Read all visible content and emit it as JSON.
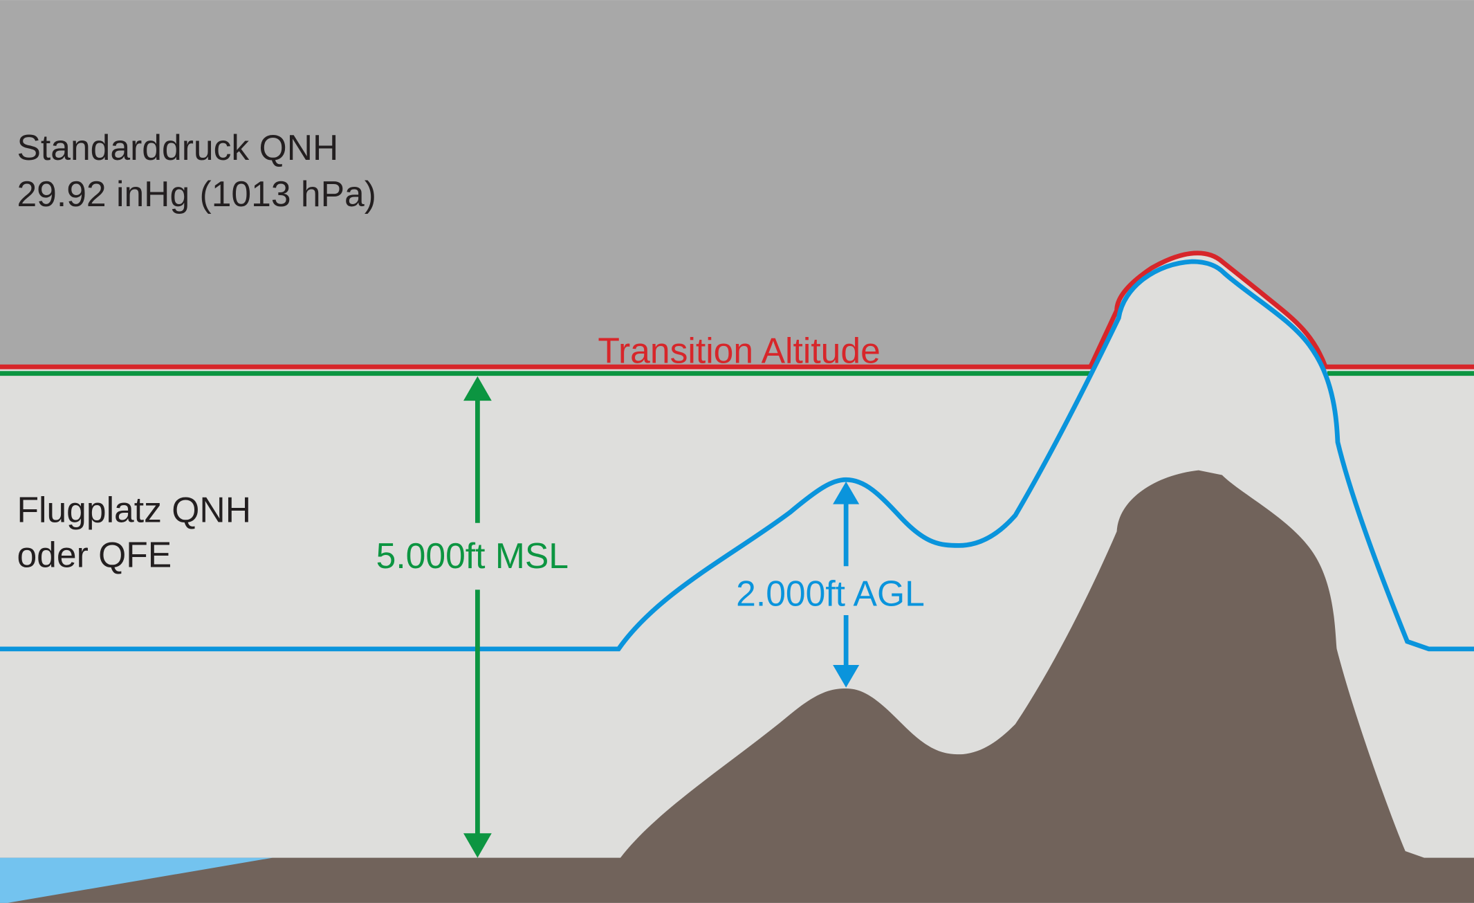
{
  "labels": {
    "standard_line1": "Standarddruck QNH",
    "standard_line2": "29.92 inHg (1013 hPa)",
    "transition": "Transition Altitude",
    "airfield_line1": "Flugplatz QNH",
    "airfield_line2": "oder QFE",
    "msl": "5.000ft MSL",
    "agl": "2.000ft AGL"
  },
  "colors": {
    "sky": "#a8a8a8",
    "air": "#dededc",
    "terrain": "#71635b",
    "water": "#73c3ef",
    "transition_red": "#d7262a",
    "msl_green": "#0c9541",
    "agl_blue": "#0a94dc"
  }
}
